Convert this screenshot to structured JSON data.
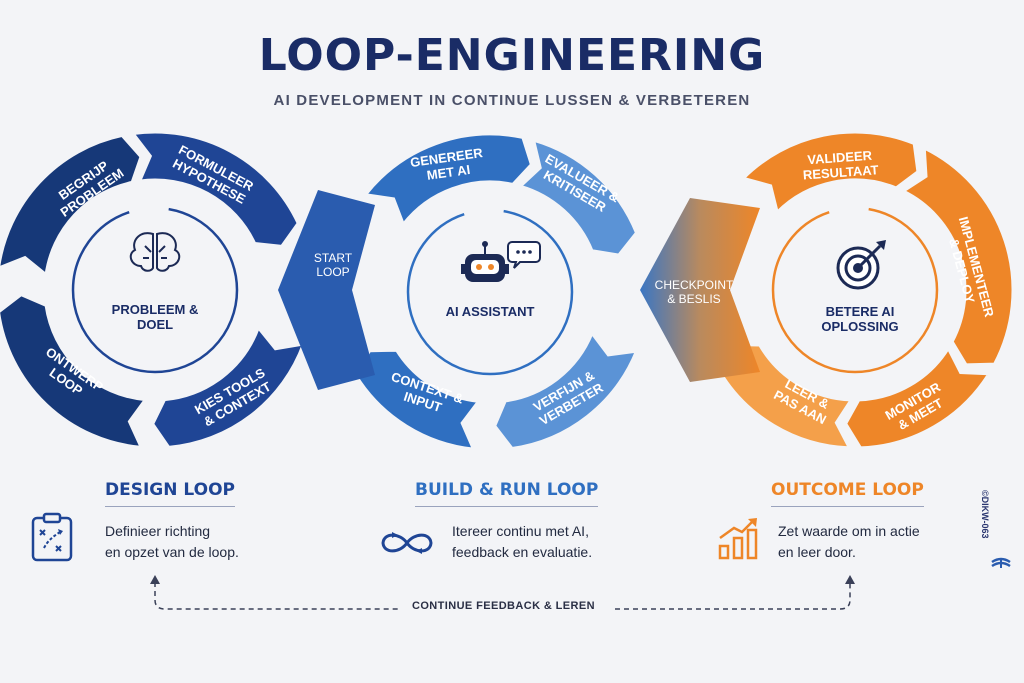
{
  "header": {
    "title": "LOOP-ENGINEERING",
    "subtitle": "AI DEVELOPMENT IN CONTINUE LUSSEN & VERBETEREN"
  },
  "colors": {
    "design": "#1f4595",
    "design_dark": "#163878",
    "build": "#2f6fc1",
    "build_light": "#5b93d6",
    "outcome": "#ee8628",
    "outcome_light": "#f4a04a",
    "checkpoint": "#b98a5e"
  },
  "design_loop": {
    "segments": {
      "begrijp": "BEGRIJP\nPROBLEEM",
      "formuleer": "FORMULEER\nHYPOTHESE",
      "kies": "KIES TOOLS\n& CONTEXT",
      "ontwerp": "ONTWERP\nLOOP"
    },
    "center_label": "PROBLEEM &\nDOEL",
    "center_icon": "brain-icon"
  },
  "build_loop": {
    "segments": {
      "genereer": "GENEREER\nMET AI",
      "evalueer": "EVALUEER &\nKRITISEER",
      "verfijn": "VERFIJN &\nVERBETER",
      "context": "CONTEXT &\nINPUT"
    },
    "center_label": "AI ASSISTANT",
    "center_icon": "robot-icon"
  },
  "outcome_loop": {
    "segments": {
      "valideer": "VALIDEER\nRESULTAAT",
      "implementeer": "IMPLEMENTEER\n& DEPLOY",
      "monitor": "MONITOR\n& MEET",
      "leer": "LEER &\nPAS AAN"
    },
    "center_label": "BETERE AI\nOPLOSSING",
    "center_icon": "target-icon"
  },
  "hubs": {
    "start": "START\nLOOP",
    "checkpoint": "CHECKPOINT\n& BESLIS"
  },
  "columns": {
    "design": {
      "title": "DESIGN LOOP",
      "desc": "Definieer richting\nen opzet van de loop.",
      "icon": "clipboard-strategy-icon"
    },
    "build": {
      "title": "BUILD & RUN LOOP",
      "desc": "Itereer continu met AI,\nfeedback en evaluatie.",
      "icon": "infinity-loop-icon"
    },
    "outcome": {
      "title": "OUTCOME LOOP",
      "desc": "Zet waarde om in actie\nen leer door.",
      "icon": "growth-chart-icon"
    }
  },
  "footer": {
    "feedback": "CONTINUE FEEDBACK & LEREN",
    "code": "©DIKW-063",
    "code_icon": "book-logo-icon"
  }
}
